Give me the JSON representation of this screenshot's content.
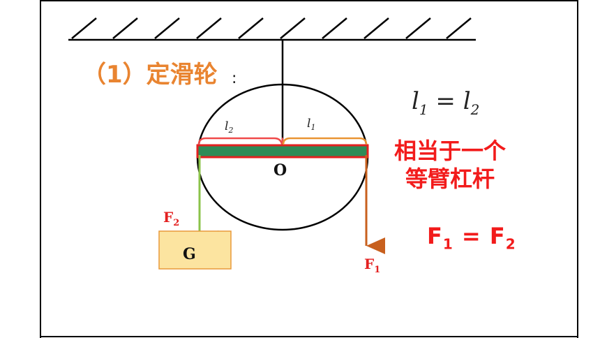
{
  "title": {
    "main": "（1）定滑轮",
    "colon": ":"
  },
  "equation_arms": {
    "left": "l",
    "left_sub": "1",
    "op": " = ",
    "right": "l",
    "right_sub": "2"
  },
  "equivalence": {
    "line1": "相当于一个",
    "line2": "等臂杠杆"
  },
  "equation_forces": {
    "left": "F",
    "left_sub": "1",
    "op": " = ",
    "right": "F",
    "right_sub": "2"
  },
  "diagram": {
    "pivot_label": "O",
    "arm_left": {
      "main": "l",
      "sub": "2"
    },
    "arm_right": {
      "main": "l",
      "sub": "1"
    },
    "force_left": {
      "main": "F",
      "sub": "2"
    },
    "force_right": {
      "main": "F",
      "sub": "1"
    },
    "weight_label": "G",
    "colors": {
      "lever_fill": "#2E8B57",
      "lever_outline": "#E32020",
      "brace_left": "#F04A4A",
      "brace_right": "#E99433",
      "arrow_left": "#8BC34A",
      "arrow_right": "#C8601E",
      "block_fill": "#FCE4A0",
      "block_stroke": "#E89A3A",
      "force_label": "#E32020"
    }
  }
}
